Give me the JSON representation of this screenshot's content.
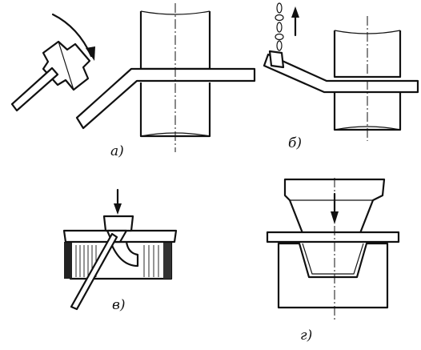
{
  "panels": [
    {
      "id": "a",
      "label": "а)"
    },
    {
      "id": "b",
      "label": "б)"
    },
    {
      "id": "v",
      "label": "в)"
    },
    {
      "id": "g",
      "label": "г)"
    }
  ]
}
